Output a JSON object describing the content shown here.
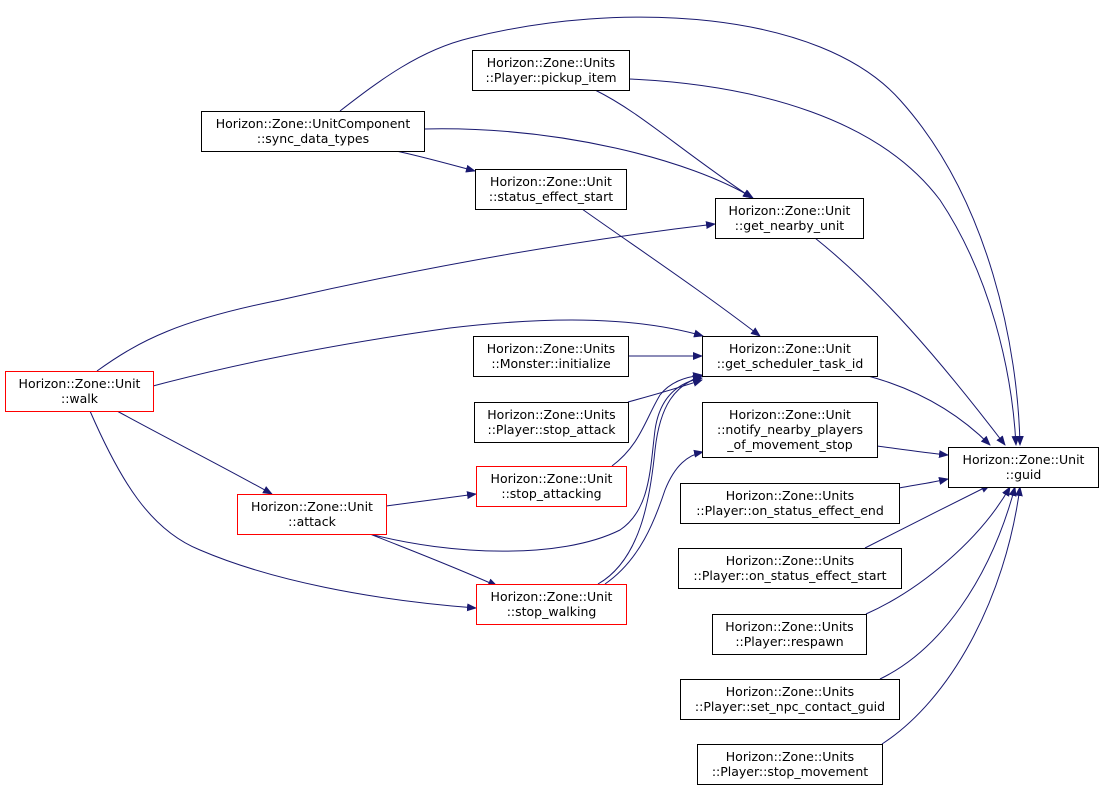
{
  "colors": {
    "edge": "#191970",
    "node_border": "#000000",
    "node_border_truncated": "#ff0000",
    "focus_fill": "#bfbfbf",
    "node_fill": "#ffffff"
  },
  "nodes": [
    {
      "id": "guid",
      "lines": [
        "Horizon::Zone::Unit",
        "::guid"
      ],
      "focus": true,
      "truncated": false
    },
    {
      "id": "pickup_item",
      "lines": [
        "Horizon::Zone::Units",
        "::Player::pickup_item"
      ],
      "focus": false,
      "truncated": false
    },
    {
      "id": "sync_data_types",
      "lines": [
        "Horizon::Zone::UnitComponent",
        "::sync_data_types"
      ],
      "focus": false,
      "truncated": false
    },
    {
      "id": "status_effect_start",
      "lines": [
        "Horizon::Zone::Unit",
        "::status_effect_start"
      ],
      "focus": false,
      "truncated": false
    },
    {
      "id": "get_nearby_unit",
      "lines": [
        "Horizon::Zone::Unit",
        "::get_nearby_unit"
      ],
      "focus": false,
      "truncated": false
    },
    {
      "id": "monster_initialize",
      "lines": [
        "Horizon::Zone::Units",
        "::Monster::initialize"
      ],
      "focus": false,
      "truncated": false
    },
    {
      "id": "get_scheduler_task_id",
      "lines": [
        "Horizon::Zone::Unit",
        "::get_scheduler_task_id"
      ],
      "focus": false,
      "truncated": false
    },
    {
      "id": "walk",
      "lines": [
        "Horizon::Zone::Unit",
        "::walk"
      ],
      "focus": false,
      "truncated": true
    },
    {
      "id": "player_stop_attack",
      "lines": [
        "Horizon::Zone::Units",
        "::Player::stop_attack"
      ],
      "focus": false,
      "truncated": false
    },
    {
      "id": "notify_nearby_players",
      "lines": [
        "Horizon::Zone::Unit",
        "::notify_nearby_players",
        "_of_movement_stop"
      ],
      "focus": false,
      "truncated": false
    },
    {
      "id": "stop_attacking",
      "lines": [
        "Horizon::Zone::Unit",
        "::stop_attacking"
      ],
      "focus": false,
      "truncated": true
    },
    {
      "id": "attack",
      "lines": [
        "Horizon::Zone::Unit",
        "::attack"
      ],
      "focus": false,
      "truncated": true
    },
    {
      "id": "on_status_effect_end",
      "lines": [
        "Horizon::Zone::Units",
        "::Player::on_status_effect_end"
      ],
      "focus": false,
      "truncated": false
    },
    {
      "id": "on_status_effect_start",
      "lines": [
        "Horizon::Zone::Units",
        "::Player::on_status_effect_start"
      ],
      "focus": false,
      "truncated": false
    },
    {
      "id": "stop_walking",
      "lines": [
        "Horizon::Zone::Unit",
        "::stop_walking"
      ],
      "focus": false,
      "truncated": true
    },
    {
      "id": "respawn",
      "lines": [
        "Horizon::Zone::Units",
        "::Player::respawn"
      ],
      "focus": false,
      "truncated": false
    },
    {
      "id": "set_npc_contact_guid",
      "lines": [
        "Horizon::Zone::Units",
        "::Player::set_npc_contact_guid"
      ],
      "focus": false,
      "truncated": false
    },
    {
      "id": "stop_movement",
      "lines": [
        "Horizon::Zone::Units",
        "::Player::stop_movement"
      ],
      "focus": false,
      "truncated": false
    }
  ],
  "edges": [
    {
      "from": "sync_data_types",
      "to": "guid"
    },
    {
      "from": "pickup_item",
      "to": "guid"
    },
    {
      "from": "pickup_item",
      "to": "get_nearby_unit"
    },
    {
      "from": "sync_data_types",
      "to": "get_nearby_unit"
    },
    {
      "from": "sync_data_types",
      "to": "status_effect_start"
    },
    {
      "from": "status_effect_start",
      "to": "get_scheduler_task_id"
    },
    {
      "from": "get_nearby_unit",
      "to": "guid"
    },
    {
      "from": "walk",
      "to": "get_nearby_unit"
    },
    {
      "from": "walk",
      "to": "get_scheduler_task_id"
    },
    {
      "from": "monster_initialize",
      "to": "get_scheduler_task_id"
    },
    {
      "from": "player_stop_attack",
      "to": "get_scheduler_task_id"
    },
    {
      "from": "stop_attacking",
      "to": "get_scheduler_task_id"
    },
    {
      "from": "attack",
      "to": "get_scheduler_task_id"
    },
    {
      "from": "stop_walking",
      "to": "get_scheduler_task_id"
    },
    {
      "from": "get_scheduler_task_id",
      "to": "guid"
    },
    {
      "from": "stop_walking",
      "to": "notify_nearby_players"
    },
    {
      "from": "notify_nearby_players",
      "to": "guid"
    },
    {
      "from": "walk",
      "to": "attack"
    },
    {
      "from": "walk",
      "to": "stop_walking"
    },
    {
      "from": "attack",
      "to": "stop_attacking"
    },
    {
      "from": "attack",
      "to": "stop_walking"
    },
    {
      "from": "on_status_effect_end",
      "to": "guid"
    },
    {
      "from": "on_status_effect_start",
      "to": "guid"
    },
    {
      "from": "respawn",
      "to": "guid"
    },
    {
      "from": "set_npc_contact_guid",
      "to": "guid"
    },
    {
      "from": "stop_movement",
      "to": "guid"
    }
  ]
}
